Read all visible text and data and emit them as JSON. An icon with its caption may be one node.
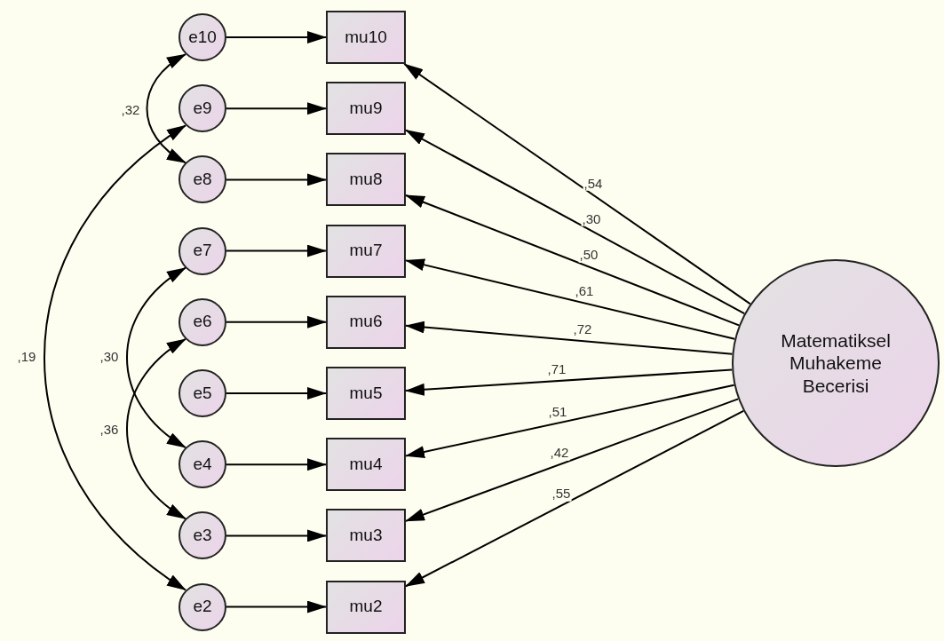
{
  "diagram": {
    "nodes": [
      {
        "text": [
          "e10"
        ]
      },
      {
        "text": [
          "mu10"
        ]
      },
      {
        "text": [
          "e9"
        ]
      },
      {
        "text": [
          "mu9"
        ]
      },
      {
        "text": [
          "e8"
        ]
      },
      {
        "text": [
          "mu8"
        ]
      },
      {
        "text": [
          "e7"
        ]
      },
      {
        "text": [
          "mu7"
        ]
      },
      {
        "text": [
          "e6"
        ]
      },
      {
        "text": [
          "mu6"
        ]
      },
      {
        "text": [
          "e5"
        ]
      },
      {
        "text": [
          "mu5"
        ]
      },
      {
        "text": [
          "e4"
        ]
      },
      {
        "text": [
          "mu4"
        ]
      },
      {
        "text": [
          "e3"
        ]
      },
      {
        "text": [
          "mu3"
        ]
      },
      {
        "text": [
          "e2"
        ]
      },
      {
        "text": [
          "mu2"
        ]
      },
      {
        "text": [
          "Matematiksel Muhakeme Becerisi"
        ]
      }
    ],
    "edges": [
      {
        "from": 0,
        "to": 1,
        "arrow": "to"
      },
      {
        "from": 2,
        "to": 3,
        "arrow": "to"
      },
      {
        "from": 4,
        "to": 5,
        "arrow": "to"
      },
      {
        "from": 6,
        "to": 7,
        "arrow": "to"
      },
      {
        "from": 8,
        "to": 9,
        "arrow": "to"
      },
      {
        "from": 10,
        "to": 11,
        "arrow": "to"
      },
      {
        "from": 12,
        "to": 13,
        "arrow": "to"
      },
      {
        "from": 14,
        "to": 15,
        "arrow": "to"
      },
      {
        "from": 16,
        "to": 17,
        "arrow": "to"
      },
      {
        "from": 18,
        "to": 1,
        "arrow": "to",
        "label": ",54"
      },
      {
        "from": 18,
        "to": 3,
        "arrow": "to",
        "label": ",30"
      },
      {
        "from": 18,
        "to": 5,
        "arrow": "to",
        "label": ",50"
      },
      {
        "from": 18,
        "to": 7,
        "arrow": "to",
        "label": ",61"
      },
      {
        "from": 18,
        "to": 9,
        "arrow": "to",
        "label": ",72"
      },
      {
        "from": 18,
        "to": 11,
        "arrow": "to",
        "label": ",71"
      },
      {
        "from": 18,
        "to": 13,
        "arrow": "to",
        "label": ",51"
      },
      {
        "from": 18,
        "to": 15,
        "arrow": "to",
        "label": ",42"
      },
      {
        "from": 18,
        "to": 17,
        "arrow": "to",
        "label": ",55"
      },
      {
        "from": 0,
        "to": 4,
        "arrow": "both",
        "label": ",32"
      },
      {
        "from": 2,
        "to": 16,
        "arrow": "both",
        "label": ",19"
      },
      {
        "from": 6,
        "to": 12,
        "arrow": "both",
        "label": ",30"
      },
      {
        "from": 8,
        "to": 14,
        "arrow": "both",
        "label": ",36"
      }
    ]
  }
}
